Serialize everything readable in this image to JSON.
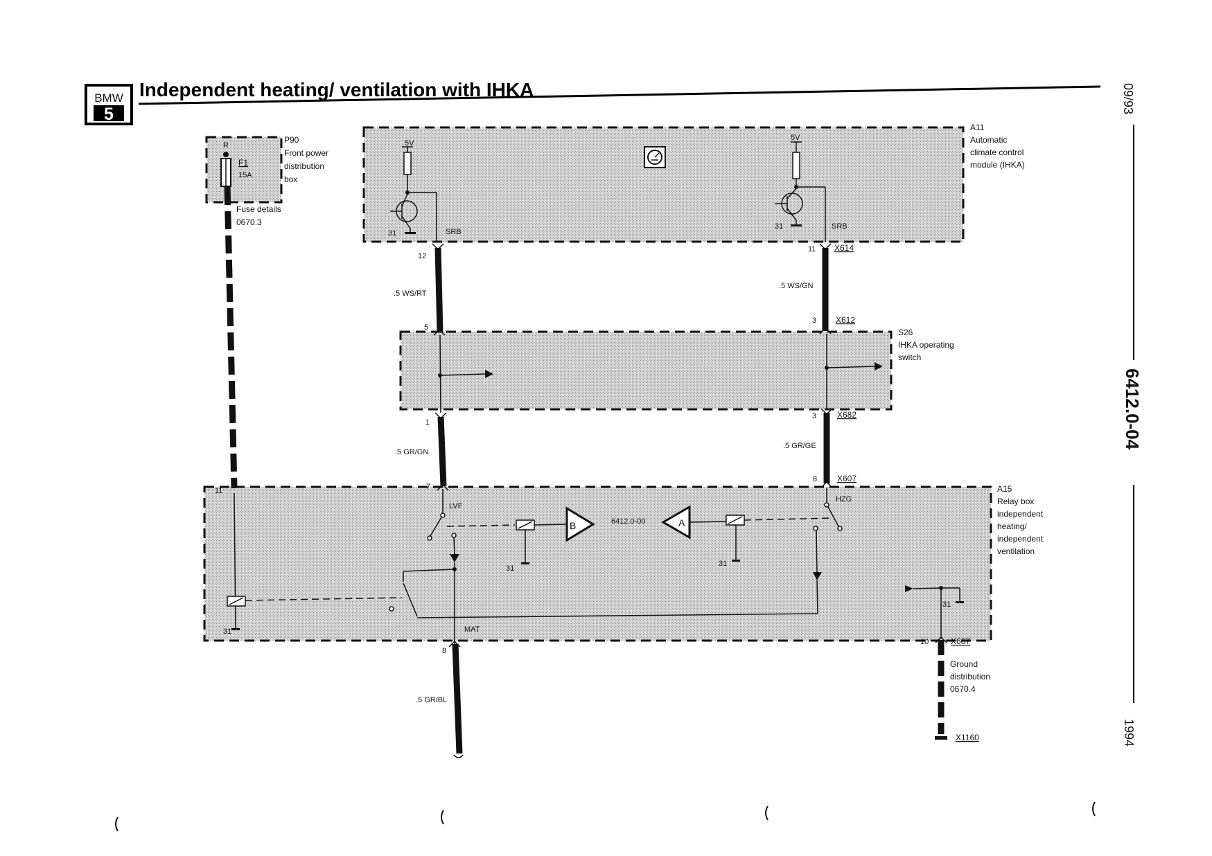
{
  "header": {
    "model_badge_top": "BMW",
    "model_badge_num": "5",
    "title": "Independent heating/ ventilation with IHKA"
  },
  "margin": {
    "date": "09/93",
    "doc_number": "6412.0-04",
    "year": "1994"
  },
  "components": {
    "p90": {
      "id": "P90",
      "line1": "Front power",
      "line2": "distribution",
      "line3": "box",
      "pin_r": "R",
      "fuse": "F1",
      "fuse_rating": "15A"
    },
    "fuse_details": {
      "line1": "Fuse details",
      "line2": "0670.3"
    },
    "a11": {
      "id": "A11",
      "line1": "Automatic",
      "line2": "climate control",
      "line3": "module (IHKA)"
    },
    "s26": {
      "id": "S26",
      "line1": "IHKA operating",
      "line2": "switch"
    },
    "a15": {
      "id": "A15",
      "line1": "Relay box",
      "line2": "independent",
      "line3": "heating/",
      "line4": "independent",
      "line5": "ventilation"
    },
    "ground": {
      "line1": "Ground",
      "line2": "distribution",
      "line3": "0670.4"
    }
  },
  "labels": {
    "v5_left": "5V",
    "v5_right": "5V",
    "srb_left": "SRB",
    "srb_right": "SRB",
    "gnd31_a11_left": "31",
    "gnd31_a11_right": "31",
    "lvf": "LVF",
    "hzg": "HZG",
    "mat": "MAT",
    "ref_page": "6412.0-00",
    "flag_b": "B",
    "flag_a": "A",
    "gnd31_relay_left": "31",
    "gnd31_relay_right": "31",
    "gnd31_a15_left": "31",
    "gnd31_a15_right": "31"
  },
  "wires": {
    "left_top": ".5 WS/RT",
    "right_top": ".5 WS/GN",
    "left_mid": ".5 GR/GN",
    "right_mid": ".5 GR/GE",
    "bottom": ".5 GR/BL"
  },
  "pins": {
    "p12": "12",
    "p11a": "11",
    "p5": "5",
    "p3a": "3",
    "p1": "1",
    "p3b": "3",
    "p7": "7",
    "p8a": "8",
    "p11b": "11",
    "p8b": "8",
    "p10": "10"
  },
  "connectors": {
    "x614": "X614",
    "x612": "X612",
    "x682": "X682",
    "x607a": "X607",
    "x607b": "X607",
    "x1160": "X1160"
  }
}
